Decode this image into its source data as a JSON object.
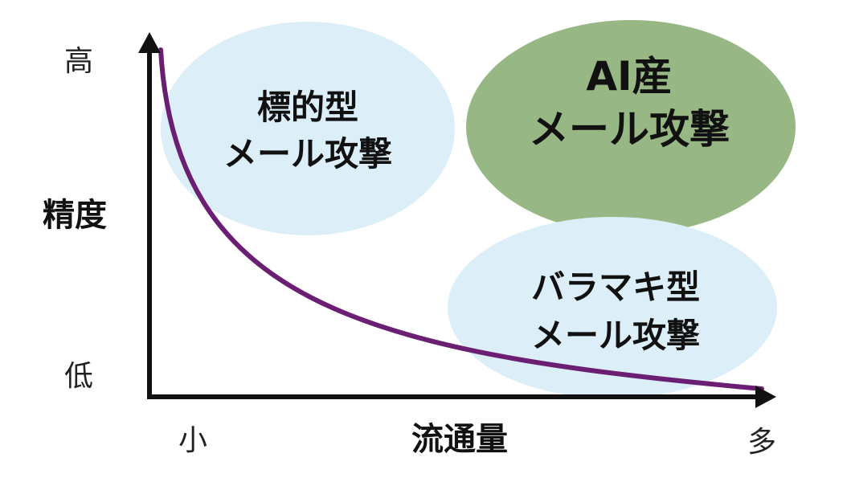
{
  "colors": {
    "light_blue_ellipse": "#dceff8",
    "green_ellipse": "#97b784",
    "curve": "#6b1f73",
    "axis": "#111111",
    "text": "#111111"
  },
  "y_axis": {
    "label": "精度",
    "high": "高",
    "low": "低"
  },
  "x_axis": {
    "label": "流通量",
    "small": "小",
    "large": "多"
  },
  "regions": {
    "targeted": {
      "line1": "標的型",
      "line2": "メール攻撃"
    },
    "ai": {
      "line1": "AI産",
      "line2": "メール攻撃"
    },
    "bulk": {
      "line1": "バラマキ型",
      "line2": "メール攻撃"
    }
  },
  "curve": {
    "shape": "decreasing",
    "description_icon": "tradeoff-curve"
  }
}
